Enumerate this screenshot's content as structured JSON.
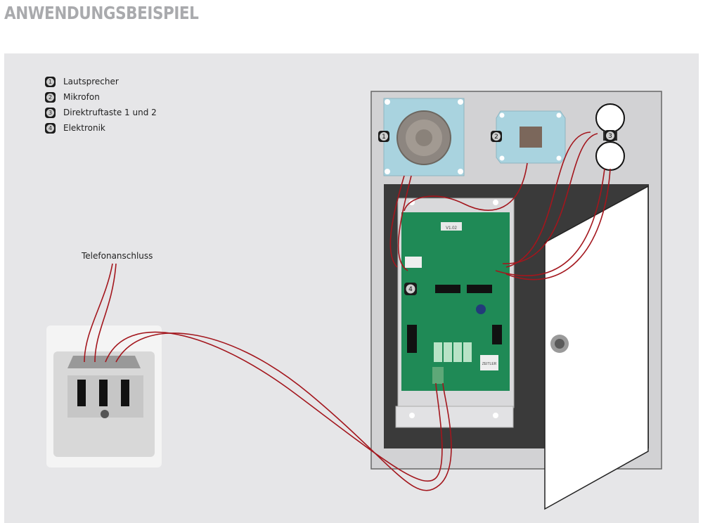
{
  "title": "ANWENDUNGSBEISPIEL",
  "legend": [
    {
      "num": "1",
      "label": "Lautsprecher"
    },
    {
      "num": "2",
      "label": "Mikrofon"
    },
    {
      "num": "3",
      "label": "Direktruftaste 1 und 2"
    },
    {
      "num": "4",
      "label": "Elektronik"
    }
  ],
  "telefon_label": "Telefonanschluss",
  "badges": {
    "speaker": "1",
    "mic": "2",
    "buttons": "3",
    "board": "4"
  },
  "board_text": {
    "chip": "V1.02",
    "label": "ZEITLER"
  },
  "colors": {
    "wire": "#a3161d",
    "panel": "#e6e6e8",
    "board": "#1f8a56"
  }
}
